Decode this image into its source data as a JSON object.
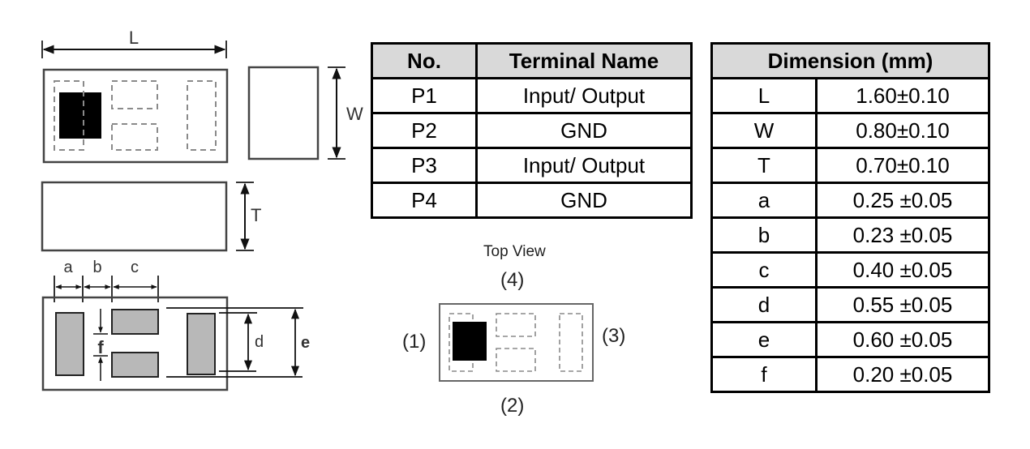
{
  "drawing": {
    "labels": {
      "L": "L",
      "W": "W",
      "T": "T",
      "a": "a",
      "b": "b",
      "c": "c",
      "d": "d",
      "e": "e",
      "f": "f"
    }
  },
  "top_view": {
    "title": "Top View",
    "pins": {
      "top": "(4)",
      "left": "(1)",
      "right": "(3)",
      "bottom": "(2)"
    }
  },
  "terminal_table": {
    "headers": [
      "No.",
      "Terminal Name"
    ],
    "rows": [
      [
        "P1",
        "Input/ Output"
      ],
      [
        "P2",
        "GND"
      ],
      [
        "P3",
        "Input/ Output"
      ],
      [
        "P4",
        "GND"
      ]
    ]
  },
  "dimension_table": {
    "header": "Dimension (mm)",
    "rows": [
      [
        "L",
        "1.60±0.10"
      ],
      [
        "W",
        "0.80±0.10"
      ],
      [
        "T",
        "0.70±0.10"
      ],
      [
        "a",
        "0.25 ±0.05"
      ],
      [
        "b",
        "0.23 ±0.05"
      ],
      [
        "c",
        "0.40 ±0.05"
      ],
      [
        "d",
        "0.55 ±0.05"
      ],
      [
        "e",
        "0.60 ±0.05"
      ],
      [
        "f",
        "0.20 ±0.05"
      ]
    ]
  },
  "colors": {
    "header_bg": "#d9d9d9",
    "pad_fill": "#b8b8b8",
    "pin1_fill": "#000000",
    "dash_stroke": "#8a8a8a"
  }
}
